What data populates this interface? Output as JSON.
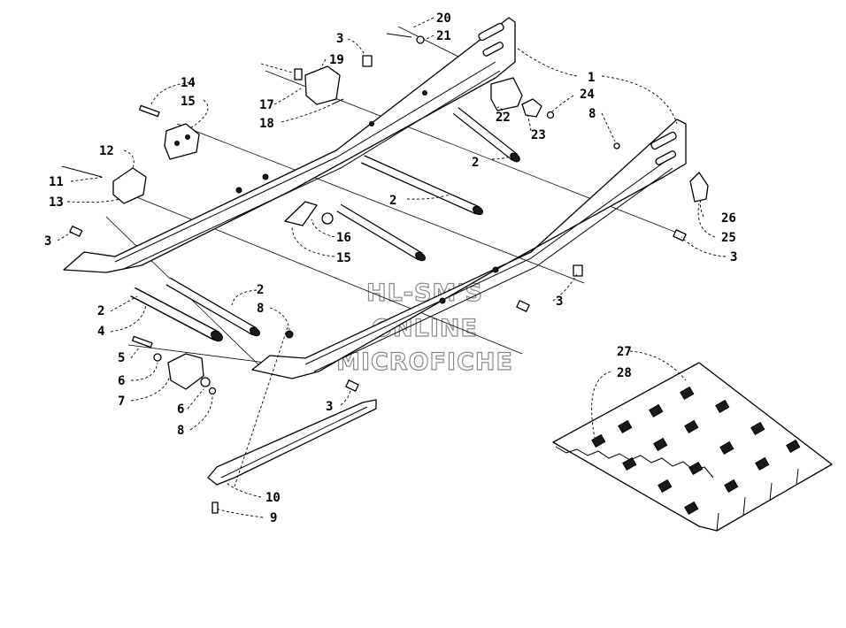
{
  "watermark": [
    "HL-SM'S",
    "ONLINE",
    "MICROFICHE"
  ],
  "callouts": {
    "c1": "1",
    "c2a": "2",
    "c2b": "2",
    "c2c": "2",
    "c2d": "2",
    "c3a": "3",
    "c3b": "3",
    "c3c": "3",
    "c3d": "3",
    "c3e": "3",
    "c4": "4",
    "c5": "5",
    "c6a": "6",
    "c6b": "6",
    "c7": "7",
    "c8a": "8",
    "c8b": "8",
    "c8c": "8",
    "c9": "9",
    "c10": "10",
    "c11": "11",
    "c12": "12",
    "c13": "13",
    "c14": "14",
    "c15a": "15",
    "c15b": "15",
    "c16": "16",
    "c17": "17",
    "c18": "18",
    "c19": "19",
    "c20": "20",
    "c21": "21",
    "c22": "22",
    "c23": "23",
    "c24": "24",
    "c25": "25",
    "c26": "26",
    "c27": "27",
    "c28": "28"
  }
}
